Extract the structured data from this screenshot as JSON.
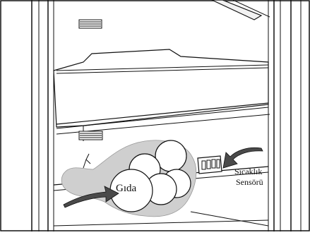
{
  "labels": {
    "food": "Gıda",
    "sensor_line1": "Sıcaklık",
    "sensor_line2": "Sensörü"
  },
  "colors": {
    "ink": "#111111",
    "shelf_fill": "#d9d9d9",
    "wall_fill": "#f2f2f2",
    "air_blob": "#cfcfcf",
    "arrow_fill": "#4a4a4a",
    "background": "#ffffff"
  }
}
